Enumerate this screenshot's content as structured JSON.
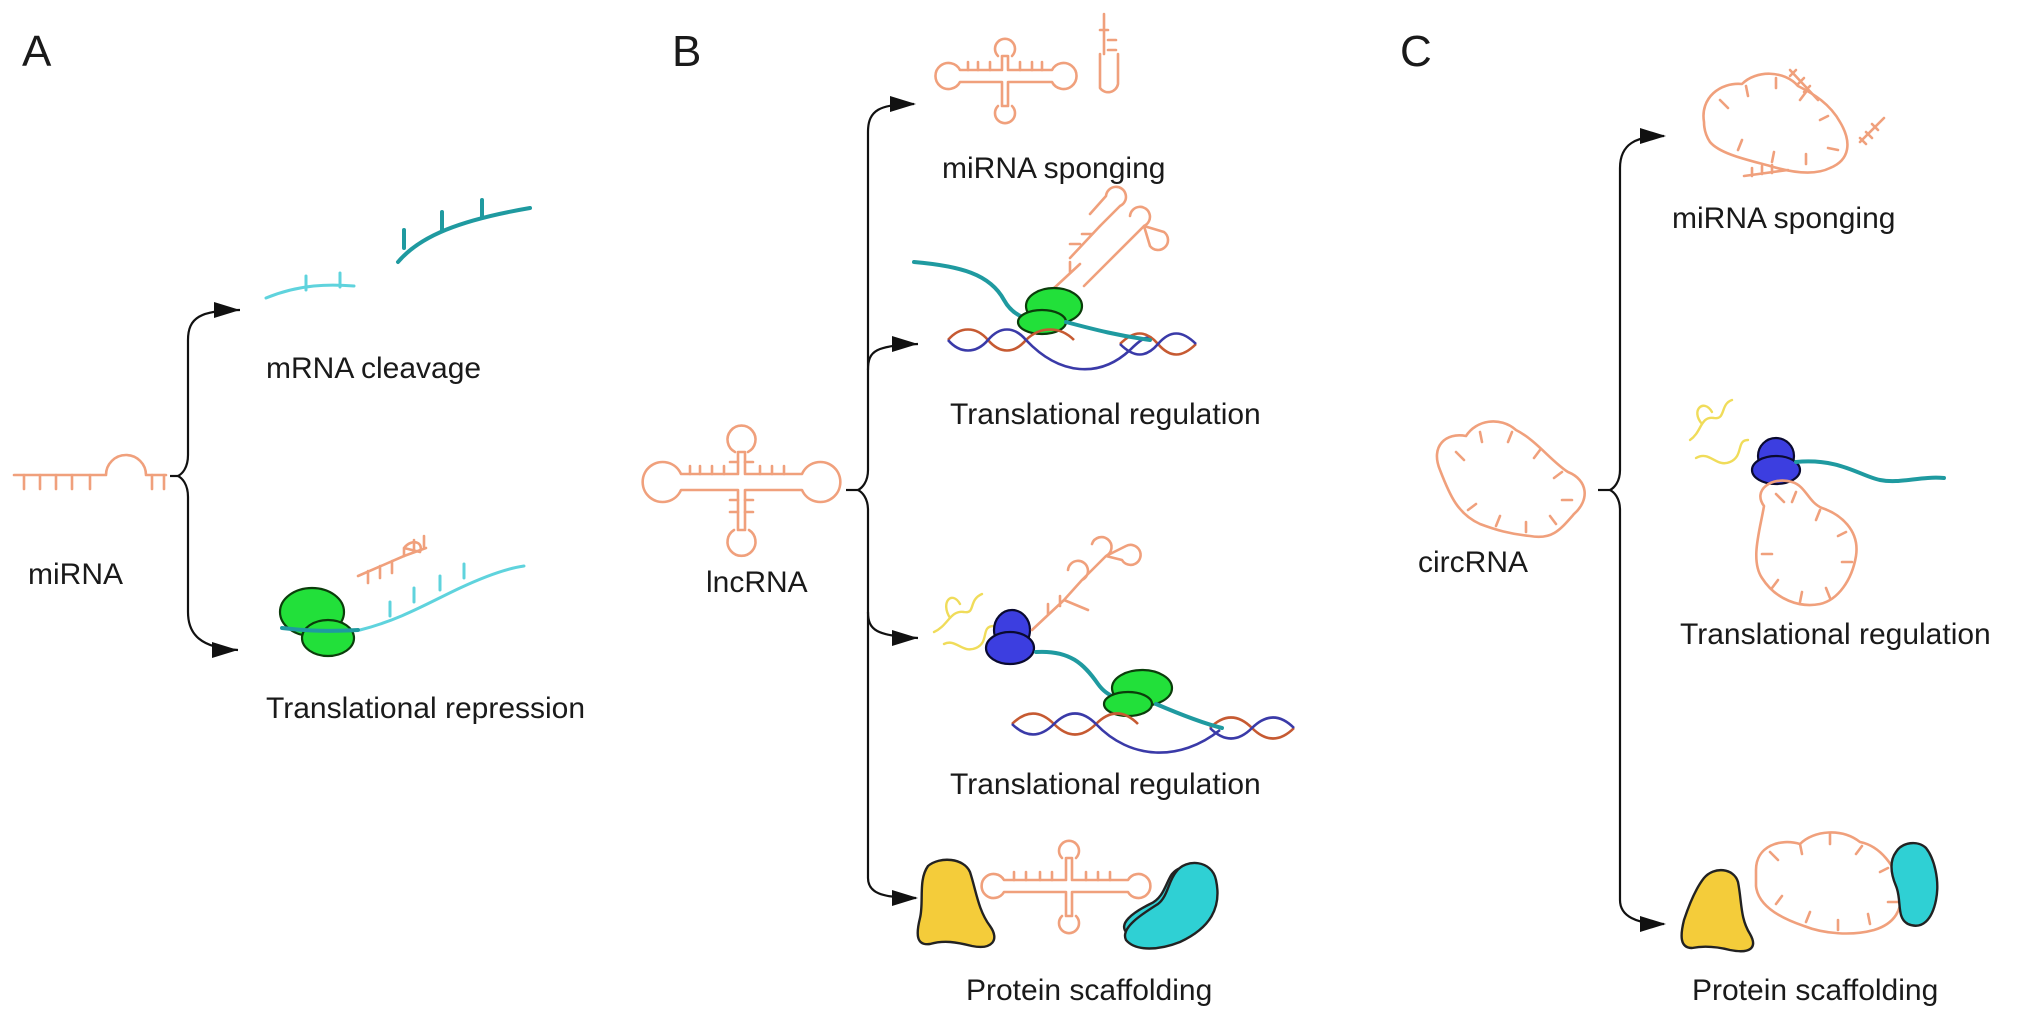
{
  "panels": {
    "A": {
      "letter": "A",
      "source_label": "miRNA",
      "outcomes": [
        "mRNA cleavage",
        "Translational repression"
      ]
    },
    "B": {
      "letter": "B",
      "source_label": "lncRNA",
      "outcomes": [
        "miRNA sponging",
        "Translational regulation",
        "Translational regulation",
        "Protein scaffolding"
      ]
    },
    "C": {
      "letter": "C",
      "source_label": "circRNA",
      "outcomes": [
        "miRNA sponging",
        "Translational regulation",
        "Protein scaffolding"
      ]
    }
  },
  "colors": {
    "rna": "#f0a07c",
    "mrna_light": "#5fd3dd",
    "mrna_dark": "#1f9aa0",
    "ribosome": "#22e03a",
    "initiation_factor": "#3c3ee0",
    "protein_yellow": "#f4cc3a",
    "protein_cyan": "#2fd0d4",
    "connector": "#111111"
  }
}
